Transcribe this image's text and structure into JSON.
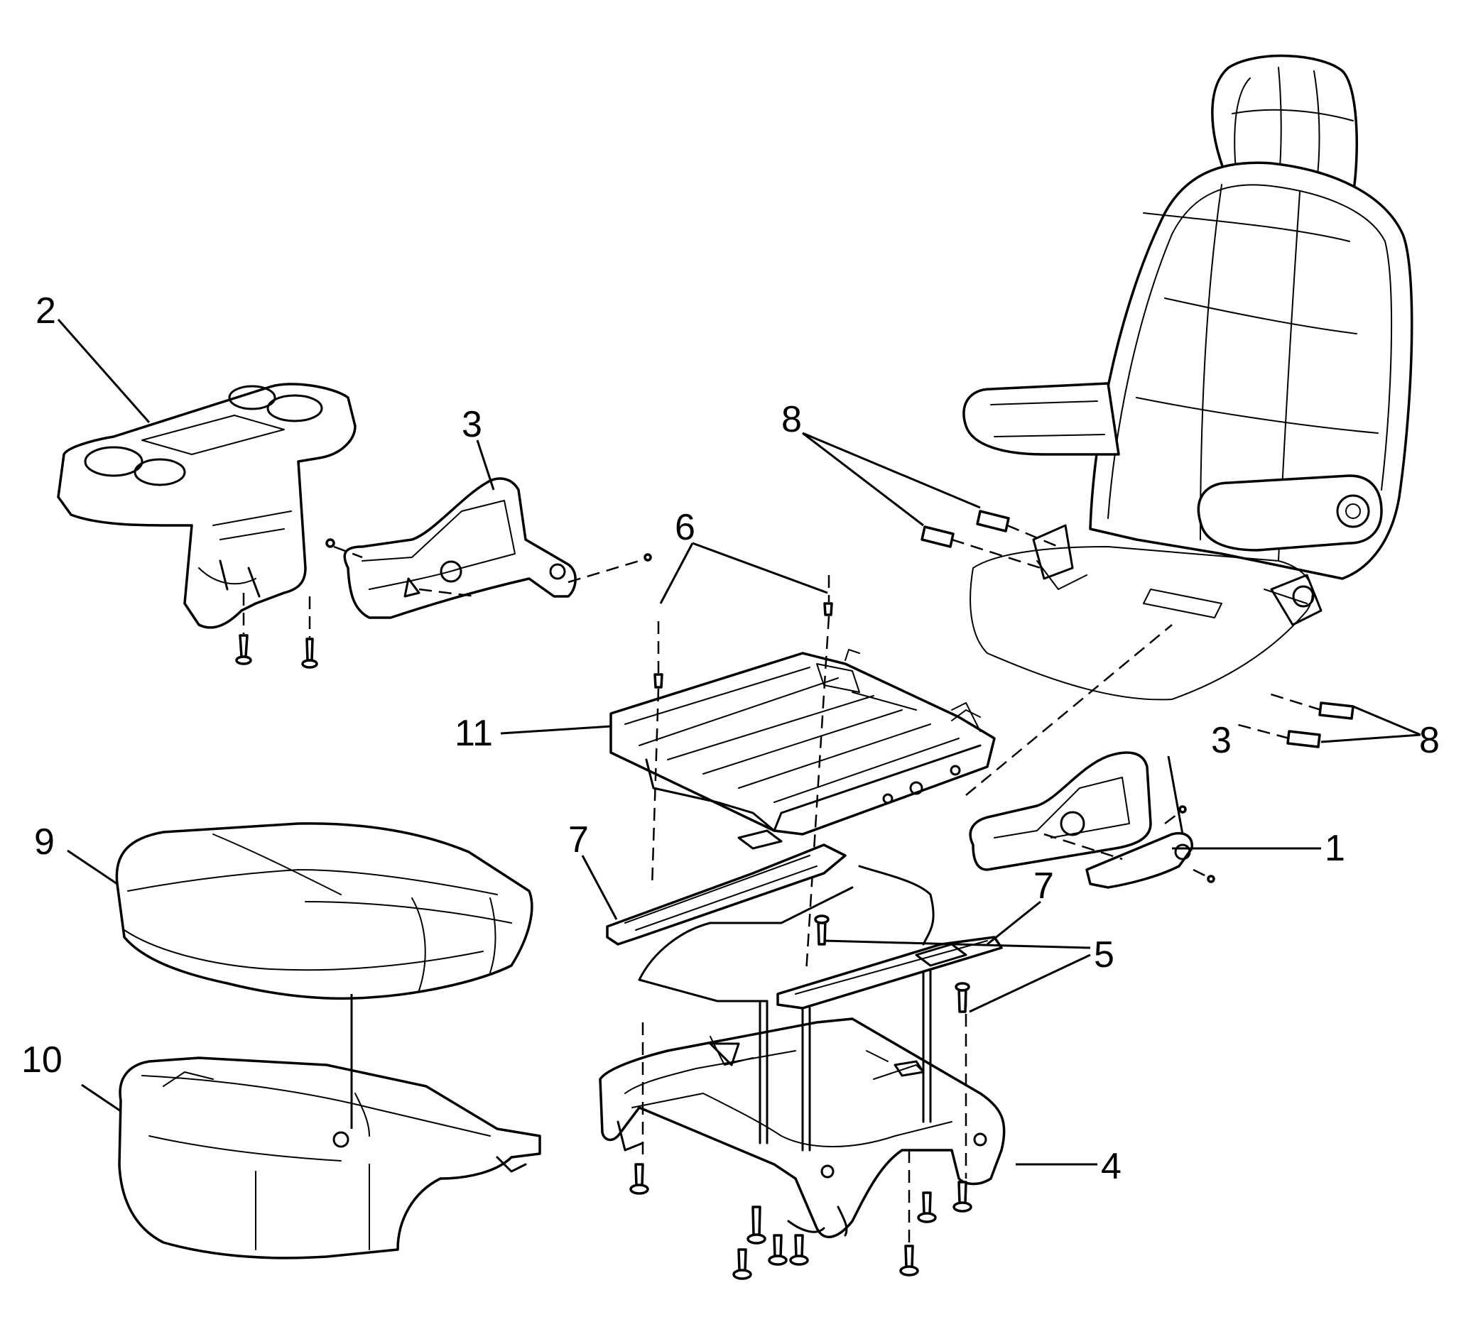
{
  "callouts": [
    "1",
    "2",
    "3",
    "3",
    "4",
    "5",
    "6",
    "7",
    "7",
    "8",
    "8",
    "9",
    "10",
    "11"
  ]
}
